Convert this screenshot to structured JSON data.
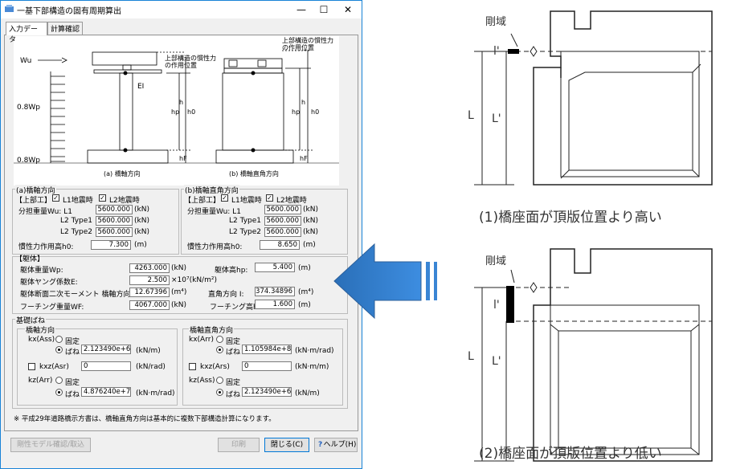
{
  "window": {
    "title": "一基下部構造の固有周期算出",
    "tabs": [
      "入力データ",
      "計算確認"
    ]
  },
  "diagram": {
    "wu": "Wu",
    "wp08": "0.8Wp",
    "wp08b": "0.8Wp",
    "ei": "EI",
    "inertia_a": [
      "上部構造の慣性力",
      "の作用位置"
    ],
    "inertia_b": [
      "上部構造の慣性力",
      "の作用位置"
    ],
    "hp": "hp",
    "h": "h",
    "h0": "h0",
    "hf": "hF",
    "hp_b": "hp",
    "h_b": "h",
    "h0_b": "h0",
    "hf_b": "hF",
    "cap_a": "(a) 橋軸方向",
    "cap_b": "(b) 橋軸直角方向"
  },
  "axial": {
    "title": "(a)橋軸方向",
    "upper": "【上部工】",
    "l1_label": "L1地震時",
    "l2_label": "L2地震時",
    "wu_label": "分担重量Wu: L1",
    "l1_value": "5600.000",
    "l2t1_label": "L2 Type1",
    "l2t1_value": "5600.000",
    "l2t2_label": "L2 Type2",
    "l2t2_value": "5600.000",
    "unit_kn": "(kN)",
    "h0_label": "慣性力作用高h0:",
    "h0_value": "7.300",
    "unit_m": "(m)"
  },
  "trans": {
    "title": "(b)橋軸直角方向",
    "upper": "【上部工】",
    "l1_label": "L1地震時",
    "l2_label": "L2地震時",
    "wu_label": "分担重量Wu: L1",
    "l1_value": "5600.000",
    "l2t1_label": "L2 Type1",
    "l2t1_value": "5600.000",
    "l2t2_label": "L2 Type2",
    "l2t2_value": "5600.000",
    "unit_kn": "(kN)",
    "h0_label": "慣性力作用高h0:",
    "h0_value": "8.650",
    "unit_m": "(m)"
  },
  "body": {
    "title": "【躯体】",
    "wp_label": "躯体重量Wp:",
    "wp_value": "4263.000",
    "wp_unit": "(kN)",
    "hp_label": "躯体高hp:",
    "hp_value": "5.400",
    "hp_unit": "(m)",
    "e_label": "躯体ヤング係数E:",
    "e_value": "2.500",
    "e_unit": "×10⁷(kN/m²)",
    "i_label": "躯体断面二次モーメント 橋軸方向 I:",
    "i_value": "12.67396",
    "i_unit": "(m⁴)",
    "it_label": "直角方向 I:",
    "it_value": "374.34896",
    "it_unit": "(m⁴)",
    "wf_label": "フーチング重量WF:",
    "wf_value": "4067.000",
    "wf_unit": "(kN)",
    "hf_label": "フーチング高hF:",
    "hf_value": "1.600",
    "hf_unit": "(m)"
  },
  "spring": {
    "title": "基礎ばね",
    "axial_title": "橋軸方向",
    "trans_title": "橋軸直角方向",
    "fixed": "固定",
    "spring": "ばね",
    "kx_label": "kx(Ass)",
    "kx_value": "2.123490e+6",
    "kx_unit": "(kN/m)",
    "kxz_label": "kxz(Asr)",
    "kxz_value": "0",
    "kxz_unit": "(kN/rad)",
    "kz_label": "kz(Arr)",
    "kz_value": "4.876240e+7",
    "kz_unit": "(kN·m/rad)",
    "t_kx_label": "kx(Arr)",
    "t_kx_value": "1.105984e+8",
    "t_kx_unit": "(kN·m/rad)",
    "t_kxz_label": "kxz(Ars)",
    "t_kxz_value": "0",
    "t_kxz_unit": "(kN·m/m)",
    "t_kz_label": "kz(Ass)",
    "t_kz_value": "2.123490e+6",
    "t_kz_unit": "(kN/m)"
  },
  "note": "※ 平成29年道路橋示方書は、橋軸直角方向は基本的に複数下部構造計算になります。",
  "buttons": {
    "model": "剛性モデル確認/取込",
    "print": "印刷",
    "close": "閉じる(C)",
    "help": "ヘルプ(H)"
  },
  "right": {
    "label_top": "剛域",
    "label_bottom": "剛域",
    "l_top": "L",
    "lp_top": "L'",
    "lq_top": "l'",
    "l_bot": "L",
    "lp_bot": "L'",
    "lq_bot": "l'",
    "caption_top": "(1)橋座面が頂版位置より高い",
    "caption_bot": "(2)橋座面が頂版位置より低い"
  }
}
